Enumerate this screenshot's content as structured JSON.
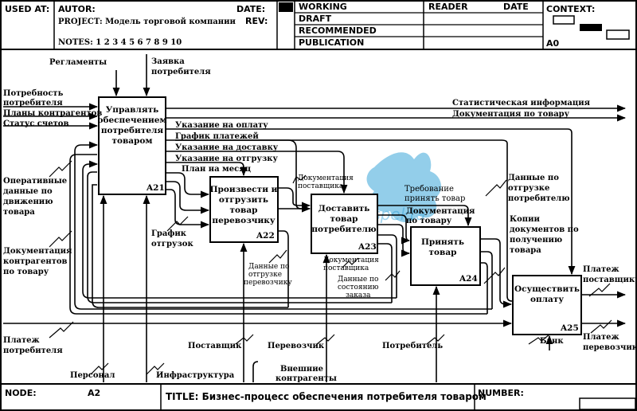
{
  "header": {
    "used_at": "USED AT:",
    "author": "AUTOR:",
    "date": "DATE:",
    "project": "PROJECT: Модель торговой компании",
    "rev": "REV:",
    "notes": "NOTES: 1 2 3 4 5 6 7 8 9 10",
    "status": [
      "WORKING",
      "DRAFT",
      "RECOMMENDED",
      "PUBLICATION"
    ],
    "reader": "READER",
    "reader_date": "DATE",
    "context": "CONTEXT:",
    "context_node": "A0"
  },
  "footer": {
    "node_label": "NODE:",
    "node_value": "A2",
    "title": "TITLE:  Бизнес-процесс обеспечения потребителя товаром",
    "number_label": "NUMBER:"
  },
  "boxes": [
    {
      "id": "A21",
      "lines": [
        "Управлять",
        "обеспечением",
        "потребителя",
        "товаром"
      ]
    },
    {
      "id": "A22",
      "lines": [
        "Произвести и",
        "отгрузить",
        "товар",
        "перевозчику"
      ]
    },
    {
      "id": "A23",
      "lines": [
        "Доставить",
        "товар",
        "потребителю"
      ]
    },
    {
      "id": "A24",
      "lines": [
        "Принять",
        "товар"
      ]
    },
    {
      "id": "A25",
      "lines": [
        "Осуществить",
        "оплату"
      ]
    }
  ],
  "arrows": {
    "reglamenty": "Регламенты",
    "zayavka": [
      "Заявка",
      "потребителя"
    ],
    "potrebnost": [
      "Потребность",
      "потребителя"
    ],
    "plany": "Планы контрагентов",
    "status_schetov": "Статус счетов",
    "operativnye": [
      "Оперативные",
      "данные по",
      "движению",
      "товара"
    ],
    "dokumentaciya_kontragentov": [
      "Документация",
      "контрагентов",
      "по товару"
    ],
    "platezh_potrebitelya": [
      "Платеж",
      "потребителя"
    ],
    "statisticheskaya": "Статистическая информация",
    "dokumentaciya_po_tovaru": "Документация по товару",
    "ukazanie_oplata": "Указание на оплату",
    "grafik_platezhei": "График платежей",
    "ukazanie_dostavka": "Указание на доставку",
    "ukazanie_otgruzka": "Указание на отгрузку",
    "plan_na_mesyac": "План на месяц",
    "grafik_otgruzok": [
      "График",
      "отгрузок"
    ],
    "dokumentaciya_postavshika": [
      "Документация",
      "поставщика"
    ],
    "dannye_otgruzke_perevozchiku": [
      "Данные по",
      "отгрузке",
      "перевозчику"
    ],
    "dokumentaciya_postavshika2": [
      "Документация",
      "поставщика"
    ],
    "dannye_sostoyaniyu": [
      "Данные по",
      "состоянию",
      "заказа"
    ],
    "trebovanie": [
      "Требование",
      "принять товар"
    ],
    "dokumentacii_po_tovaru": [
      "Документация",
      "по товару"
    ],
    "dannye_otgruzke_potrebitelyu": [
      "Данные по",
      "отгрузке",
      "потребителю"
    ],
    "kopii": [
      "Копии",
      "документов по",
      "получению",
      "товара"
    ],
    "platezh_postavshiku": [
      "Платеж",
      "поставщику"
    ],
    "platezh_perevozchiku": [
      "Платеж",
      "перевозчику"
    ],
    "postavshik": "Поставщик",
    "perevozchik": "Перевозчик",
    "potrebitel": "Потребитель",
    "bank": "Банк",
    "personal": "Персонал",
    "infrastruktura": "Инфраструктура",
    "vneshnie": [
      "Внешние",
      "контрагенты"
    ]
  },
  "watermark": "Konspekta"
}
